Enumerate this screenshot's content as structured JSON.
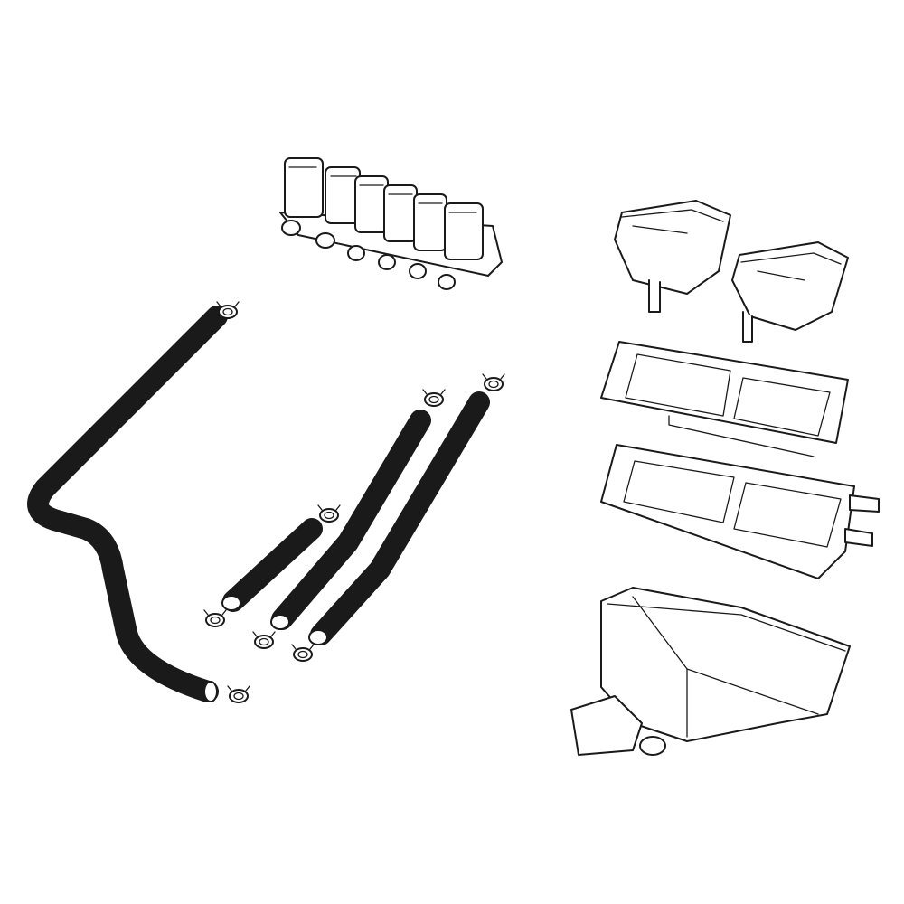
{
  "diagram": {
    "type": "exploded-parts-line-drawing",
    "colors": {
      "line": "#1a1a1a",
      "background": "#ffffff"
    },
    "parts": [
      {
        "name": "inlet-valve-assembly"
      },
      {
        "name": "long-bent-hose"
      },
      {
        "name": "short-hose"
      },
      {
        "name": "medium-hose"
      },
      {
        "name": "long-hose"
      },
      {
        "name": "hose-clamp"
      },
      {
        "name": "dispenser-cup-left"
      },
      {
        "name": "dispenser-cup-right"
      },
      {
        "name": "dispenser-cover-top"
      },
      {
        "name": "dispenser-cover-bottom"
      },
      {
        "name": "dispenser-housing"
      }
    ]
  }
}
